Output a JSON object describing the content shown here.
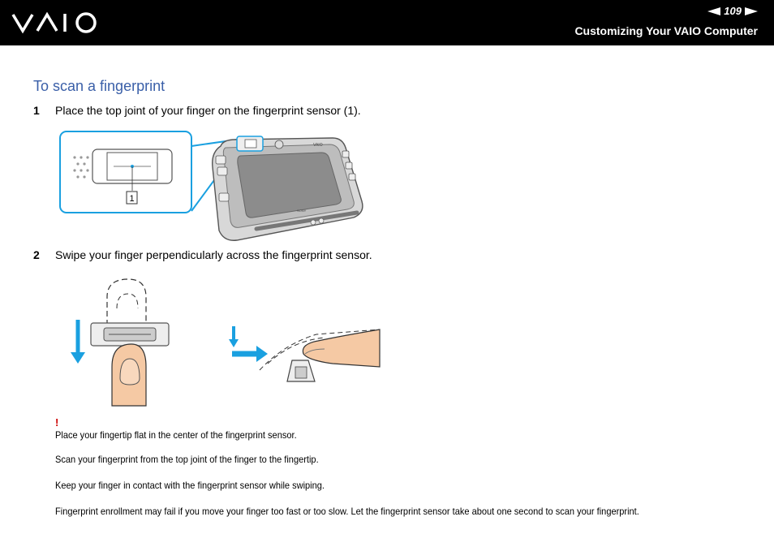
{
  "header": {
    "logo_text": "VAIO",
    "page_number": "109",
    "section_title": "Customizing Your VAIO Computer"
  },
  "heading": "To scan a fingerprint",
  "steps": [
    {
      "num": "1",
      "text": "Place the top joint of your finger on the fingerprint sensor (1)."
    },
    {
      "num": "2",
      "text": "Swipe your finger perpendicularly across the fingerprint sensor."
    }
  ],
  "figure1": {
    "callout_label": "1",
    "device_brand": "VAIO",
    "maker": "SONY"
  },
  "notes": {
    "marker": "!",
    "items": [
      "Place your fingertip flat in the center of the fingerprint sensor.",
      "Scan your fingerprint from the top joint of the finger to the fingertip.",
      "Keep your finger in contact with the fingerprint sensor while swiping.",
      "Fingerprint enrollment may fail if you move your finger too fast or too slow. Let the fingerprint sensor take about one second to scan your fingerprint."
    ]
  },
  "colors": {
    "header_bg": "#000000",
    "heading": "#3a5fa8",
    "callout": "#1aa0e0",
    "arrow": "#1aa0e0",
    "finger": "#f5c9a4",
    "warning": "#cc0000"
  }
}
